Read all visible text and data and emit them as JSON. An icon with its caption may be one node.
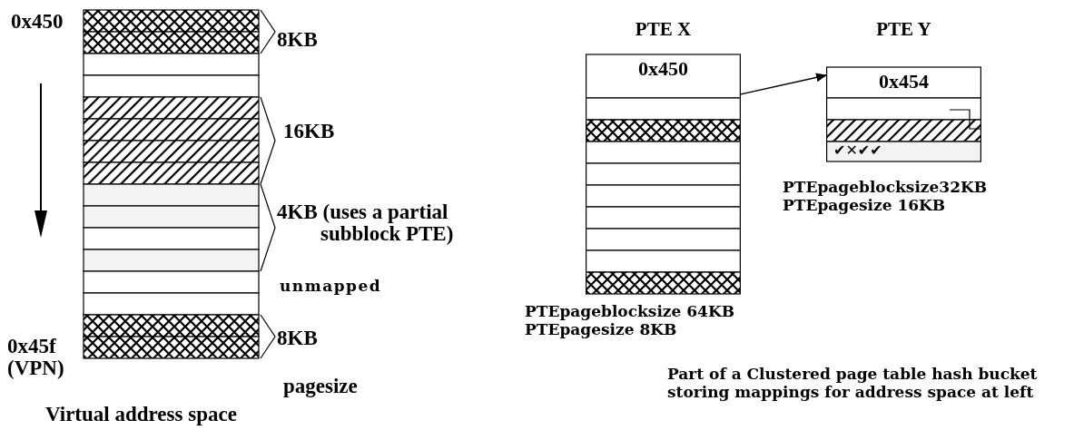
{
  "diagram": {
    "nodes": [
      {
        "text": [
          "PTE X",
          "0x450"
        ],
        "beside": [
          "PTEpageblocksize 64KB",
          "PTEpagesize 8KB"
        ]
      },
      {
        "text": [
          "PTE Y",
          "0x454",
          "✔✕✔✔"
        ],
        "beside": [
          "PTEpageblocksize32KB",
          "PTEpagesize 16KB"
        ]
      }
    ],
    "edges": [
      {
        "from": 0,
        "to": 1,
        "arrow": "to"
      }
    ],
    "labels": [
      "0x450",
      "8KB",
      "16KB",
      "4KB (uses a partial subblock PTE)",
      "unmapped",
      "8KB",
      "0x45f (VPN)",
      "pagesize",
      "Virtual address space",
      "Part of a Clustered page table hash bucket storing mappings for address space at left"
    ]
  }
}
